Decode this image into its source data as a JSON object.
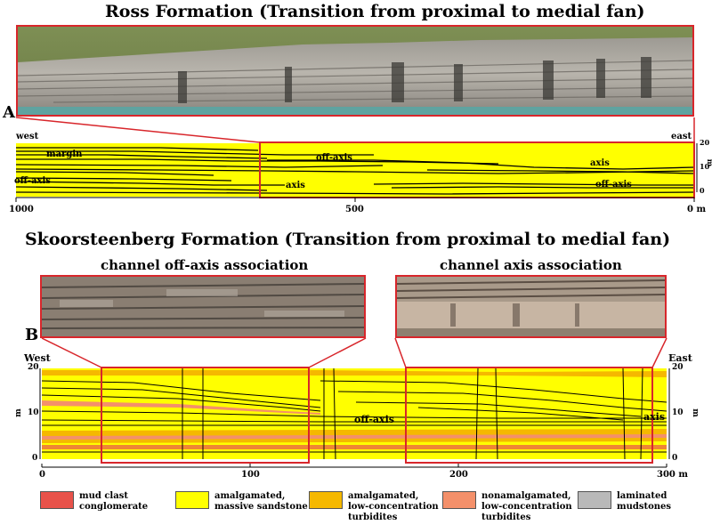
{
  "panel_a": {
    "title": "Ross Formation (Transition from proximal to medial fan)",
    "letter": "A",
    "labels": {
      "west": "west",
      "east": "east",
      "margin": "margin",
      "off_axis_upper": "off-axis",
      "off_axis_left": "off-axis",
      "axis_upper": "axis",
      "axis_lower": "axis",
      "off_axis_right": "off-axis"
    },
    "x_ticks": [
      "1000",
      "500",
      "0 m"
    ],
    "y_ticks": [
      "20",
      "10",
      "0"
    ],
    "y_unit": "m"
  },
  "panel_b": {
    "title": "Skoorsteenberg Formation (Transition from proximal to medial fan)",
    "letter": "B",
    "photo_left_caption": "channel off-axis association",
    "photo_right_caption": "channel axis association",
    "labels": {
      "west": "West",
      "east": "East",
      "off_axis": "off-axis",
      "axis": "axis"
    },
    "x_ticks": [
      "0",
      "100",
      "200",
      "300 m"
    ],
    "y_ticks_left": [
      "20",
      "10",
      "0"
    ],
    "y_ticks_right": [
      "20",
      "10",
      "0"
    ],
    "y_unit": "m"
  },
  "legend": [
    {
      "label_1": "mud clast",
      "label_2": "conglomerate",
      "label_3": "",
      "color": "#e8524a"
    },
    {
      "label_1": "amalgamated,",
      "label_2": "massive sandstone",
      "label_3": "",
      "color": "#ffff00"
    },
    {
      "label_1": "amalgamated,",
      "label_2": "low-concentration",
      "label_3": "turbidites",
      "color": "#f5b800"
    },
    {
      "label_1": "nonamalgamated,",
      "label_2": "low-concentration",
      "label_3": "turbidites",
      "color": "#f4906a"
    },
    {
      "label_1": "laminated",
      "label_2": "mudstones",
      "label_3": "",
      "color": "#b9b9b9"
    }
  ],
  "colors": {
    "frame": "#d8262b",
    "sandstone": "#ffff00",
    "turbidite": "#f5b800",
    "nonamalgamated": "#f4906a",
    "mud_clast": "#e8524a",
    "mudstone": "#b9b9b9"
  }
}
